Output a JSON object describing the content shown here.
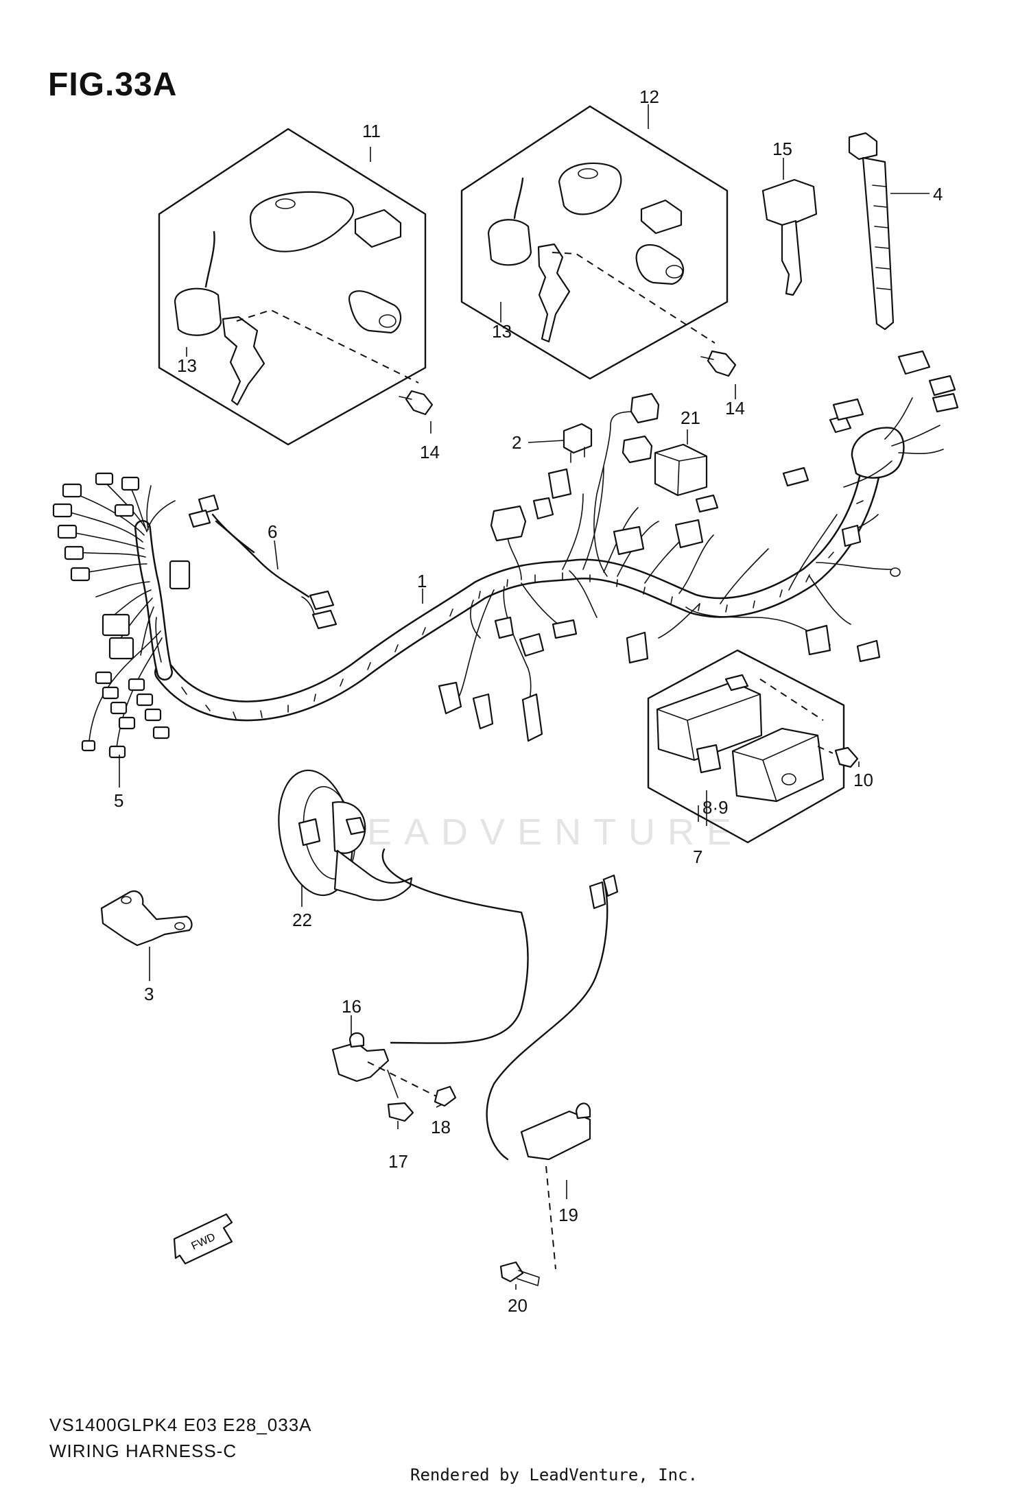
{
  "figure_title": "FIG.33A",
  "model_code": "VS1400GLPK4 E03 E28_033A",
  "section_title": "WIRING HARNESS-C",
  "rendered_by": "Rendered by LeadVenture, Inc.",
  "watermark": "EADVENTURE",
  "fwd_label": "FWD",
  "callouts": {
    "c1": "1",
    "c2": "2",
    "c3": "3",
    "c4": "4",
    "c5": "5",
    "c6": "6",
    "c7": "7",
    "c89": "8·9",
    "c10": "10",
    "c11": "11",
    "c12": "12",
    "c13a": "13",
    "c13b": "13",
    "c14a": "14",
    "c14b": "14",
    "c15": "15",
    "c16": "16",
    "c17": "17",
    "c18": "18",
    "c19": "19",
    "c20": "20",
    "c21": "21",
    "c22": "22"
  }
}
